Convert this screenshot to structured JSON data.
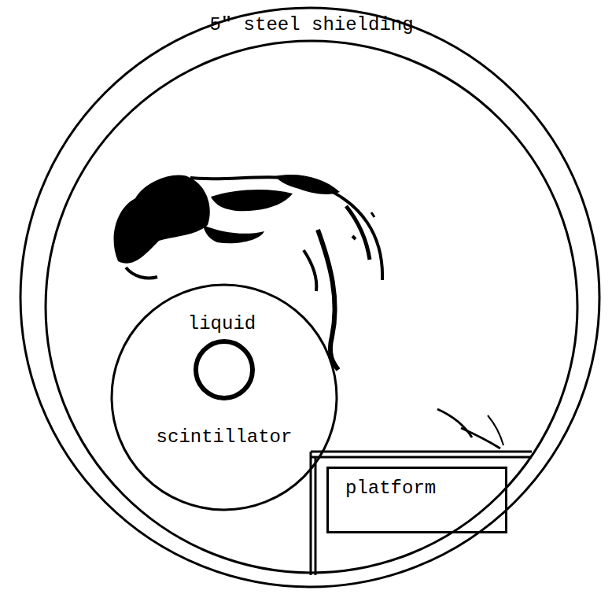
{
  "diagram": {
    "nodes": [
      {
        "text": [
          "5\" steel shielding"
        ]
      },
      {
        "text": [
          "liquid",
          "scintillator"
        ],
        "in": 0
      },
      {
        "text": [
          "platform"
        ],
        "in": 0
      }
    ]
  }
}
